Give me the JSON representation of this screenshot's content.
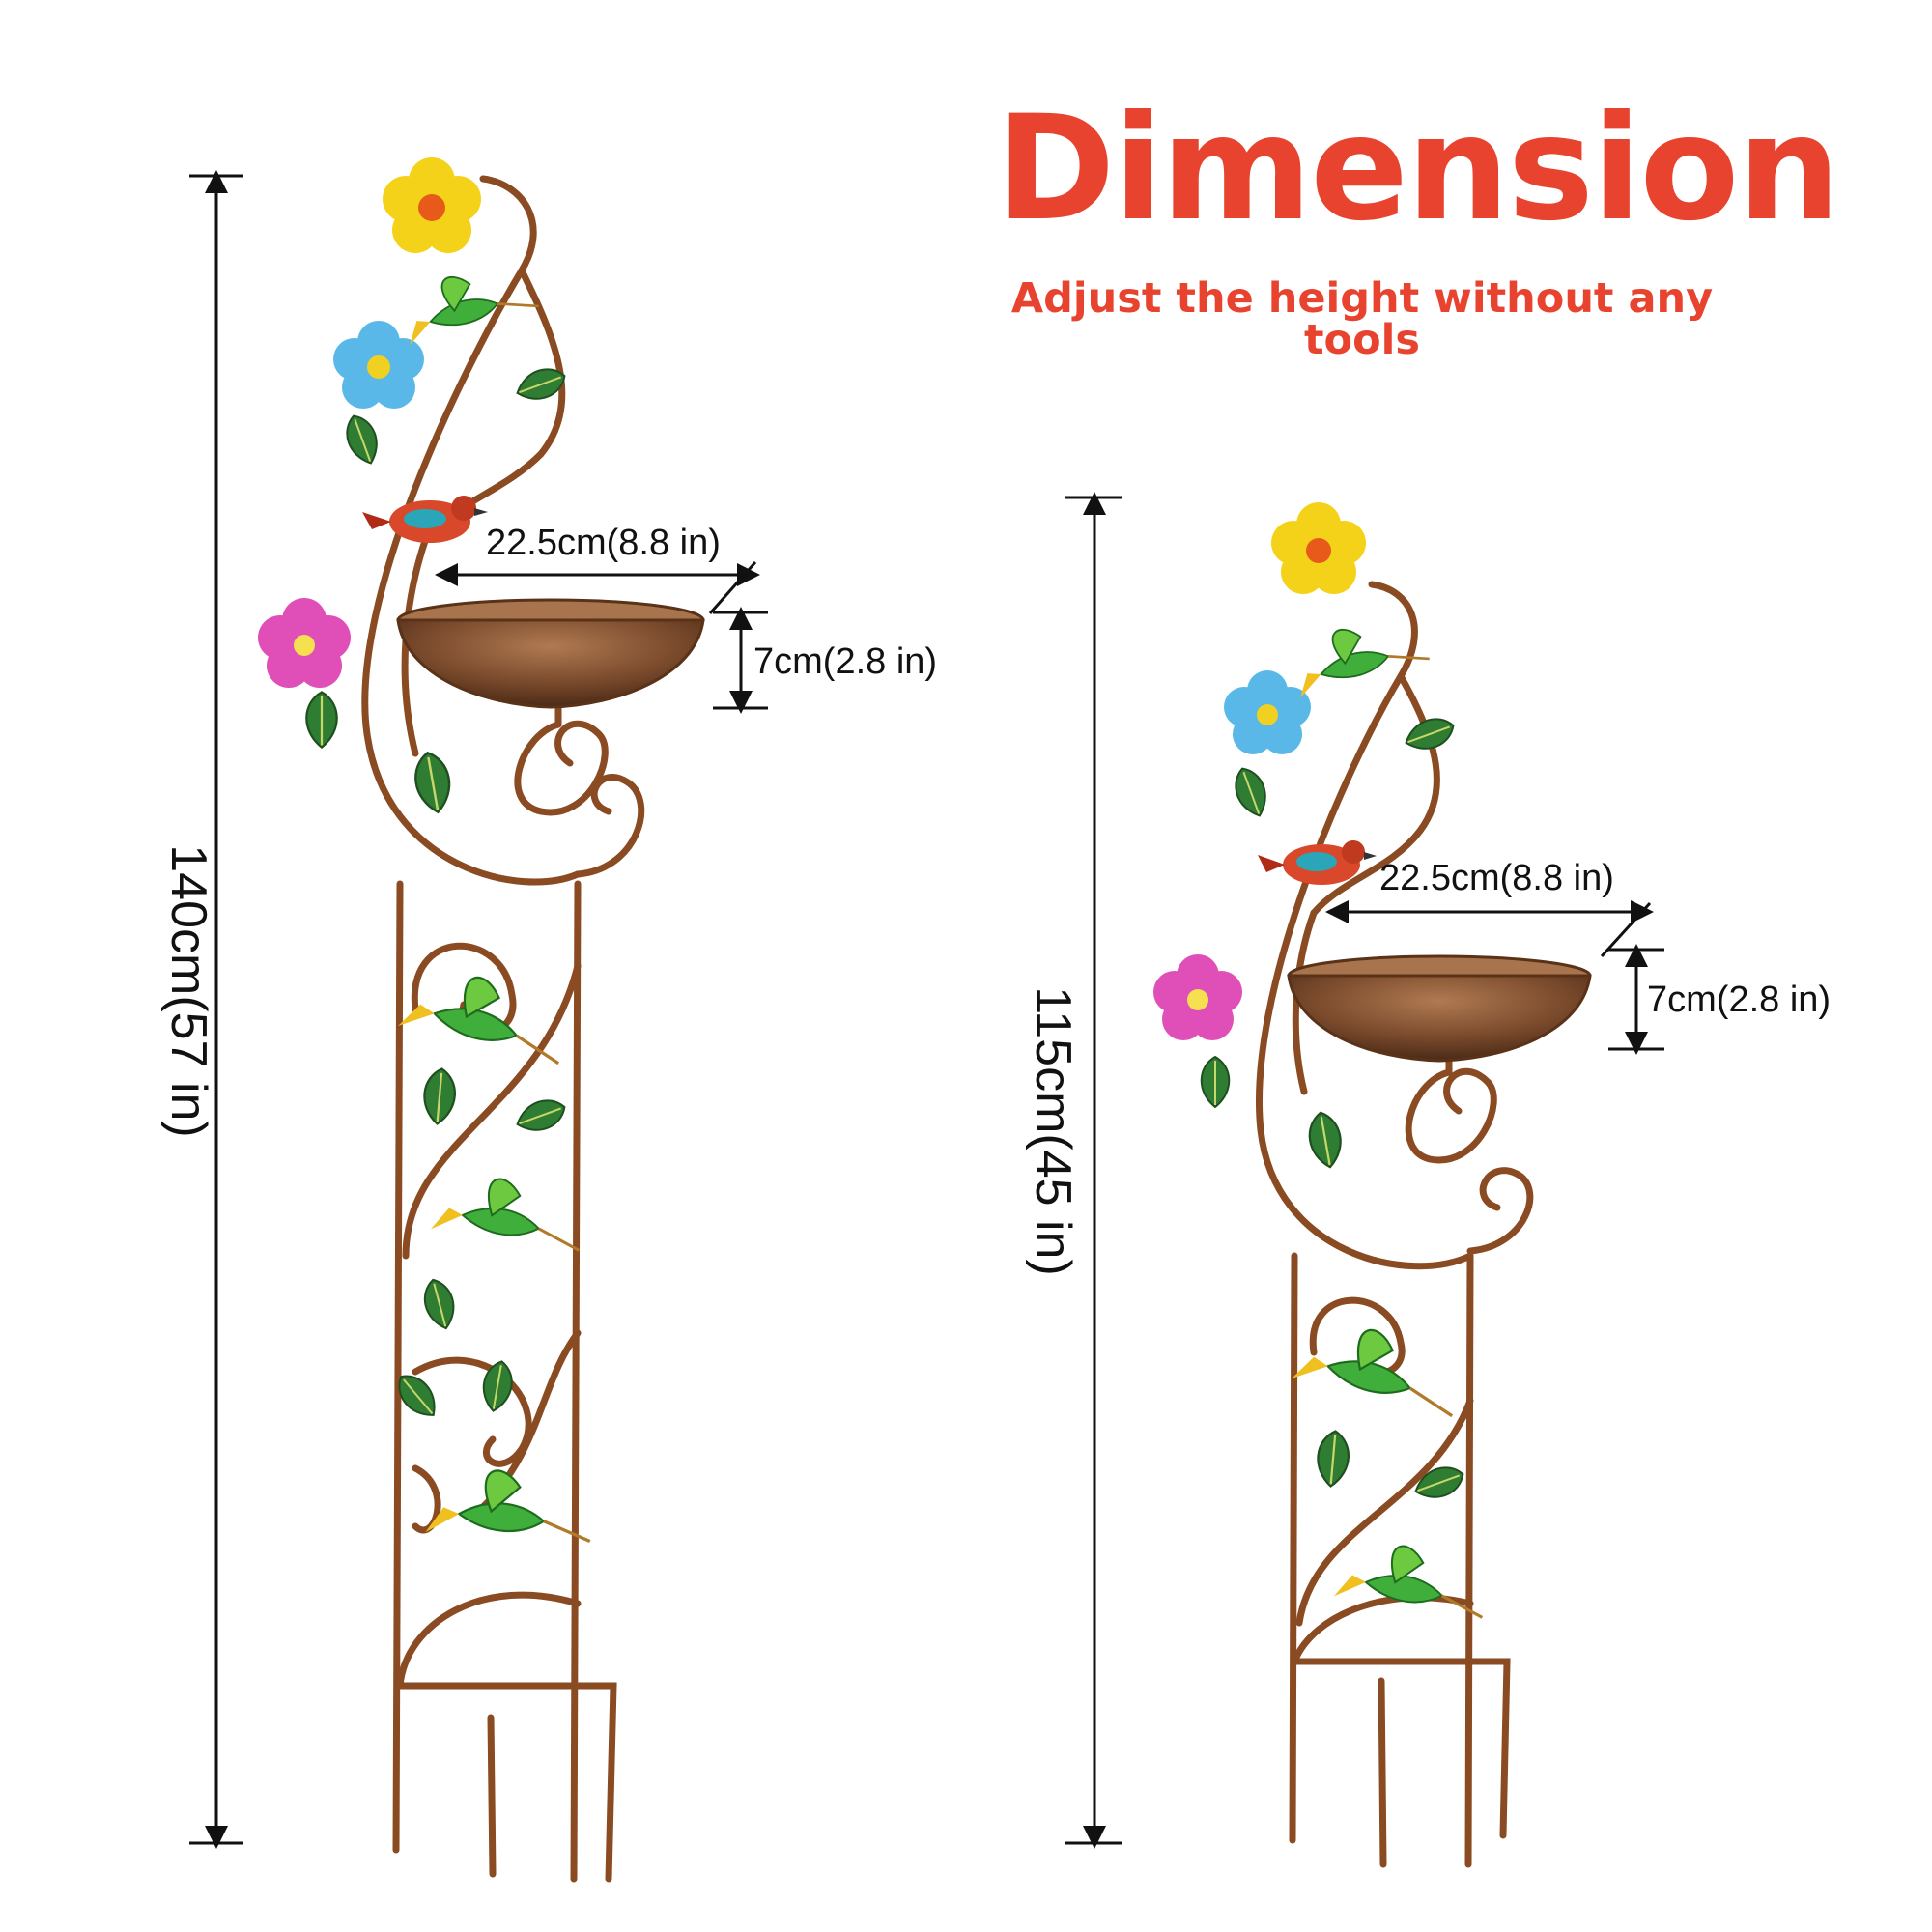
{
  "header": {
    "title": "Dimension",
    "subtitle": "Adjust the height without any tools"
  },
  "left_product": {
    "height_label": "140cm(57 in)",
    "bowl_width_label": "22.5cm(8.8 in)",
    "bowl_depth_label": "7cm(2.8 in)"
  },
  "right_product": {
    "height_label": "115cm(45 in)",
    "bowl_width_label": "22.5cm(8.8 in)",
    "bowl_depth_label": "7cm(2.8 in)"
  },
  "colors": {
    "title": "#e8432e",
    "metal": "#8a4a22",
    "bowl": "#7a4a2c",
    "leaf": "#2f7d32",
    "flower_yellow": "#f5d21a",
    "flower_blue": "#5ab8e8",
    "flower_pink": "#e04fb8",
    "hummingbird": "#3fae3a",
    "songbird": "#d9482a"
  }
}
